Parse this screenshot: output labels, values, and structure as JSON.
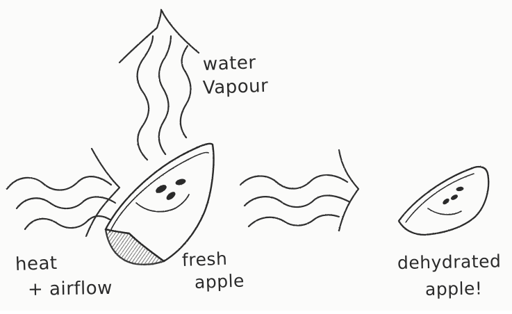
{
  "labels": {
    "water_vapour_line1": "water",
    "water_vapour_line2": "Vapour",
    "heat_line1": "heat",
    "heat_line2": "+ airflow",
    "fresh_line1": "fresh",
    "fresh_line2": "apple",
    "dehydrated_line1": "dehydrated",
    "dehydrated_line2": "apple!"
  },
  "icons": {
    "airflow_left": "wavy-airflow-arrow-icon",
    "airflow_right": "wavy-airflow-arrow-icon",
    "vapour_up": "wavy-vapour-arrow-icon",
    "fresh_apple": "apple-slice-icon",
    "dehydrated_apple": "dried-apple-slice-icon"
  },
  "colors": {
    "pencil": "#2b2b2b",
    "paper": "#fbfbfa",
    "shade": "#6f6f6f"
  }
}
